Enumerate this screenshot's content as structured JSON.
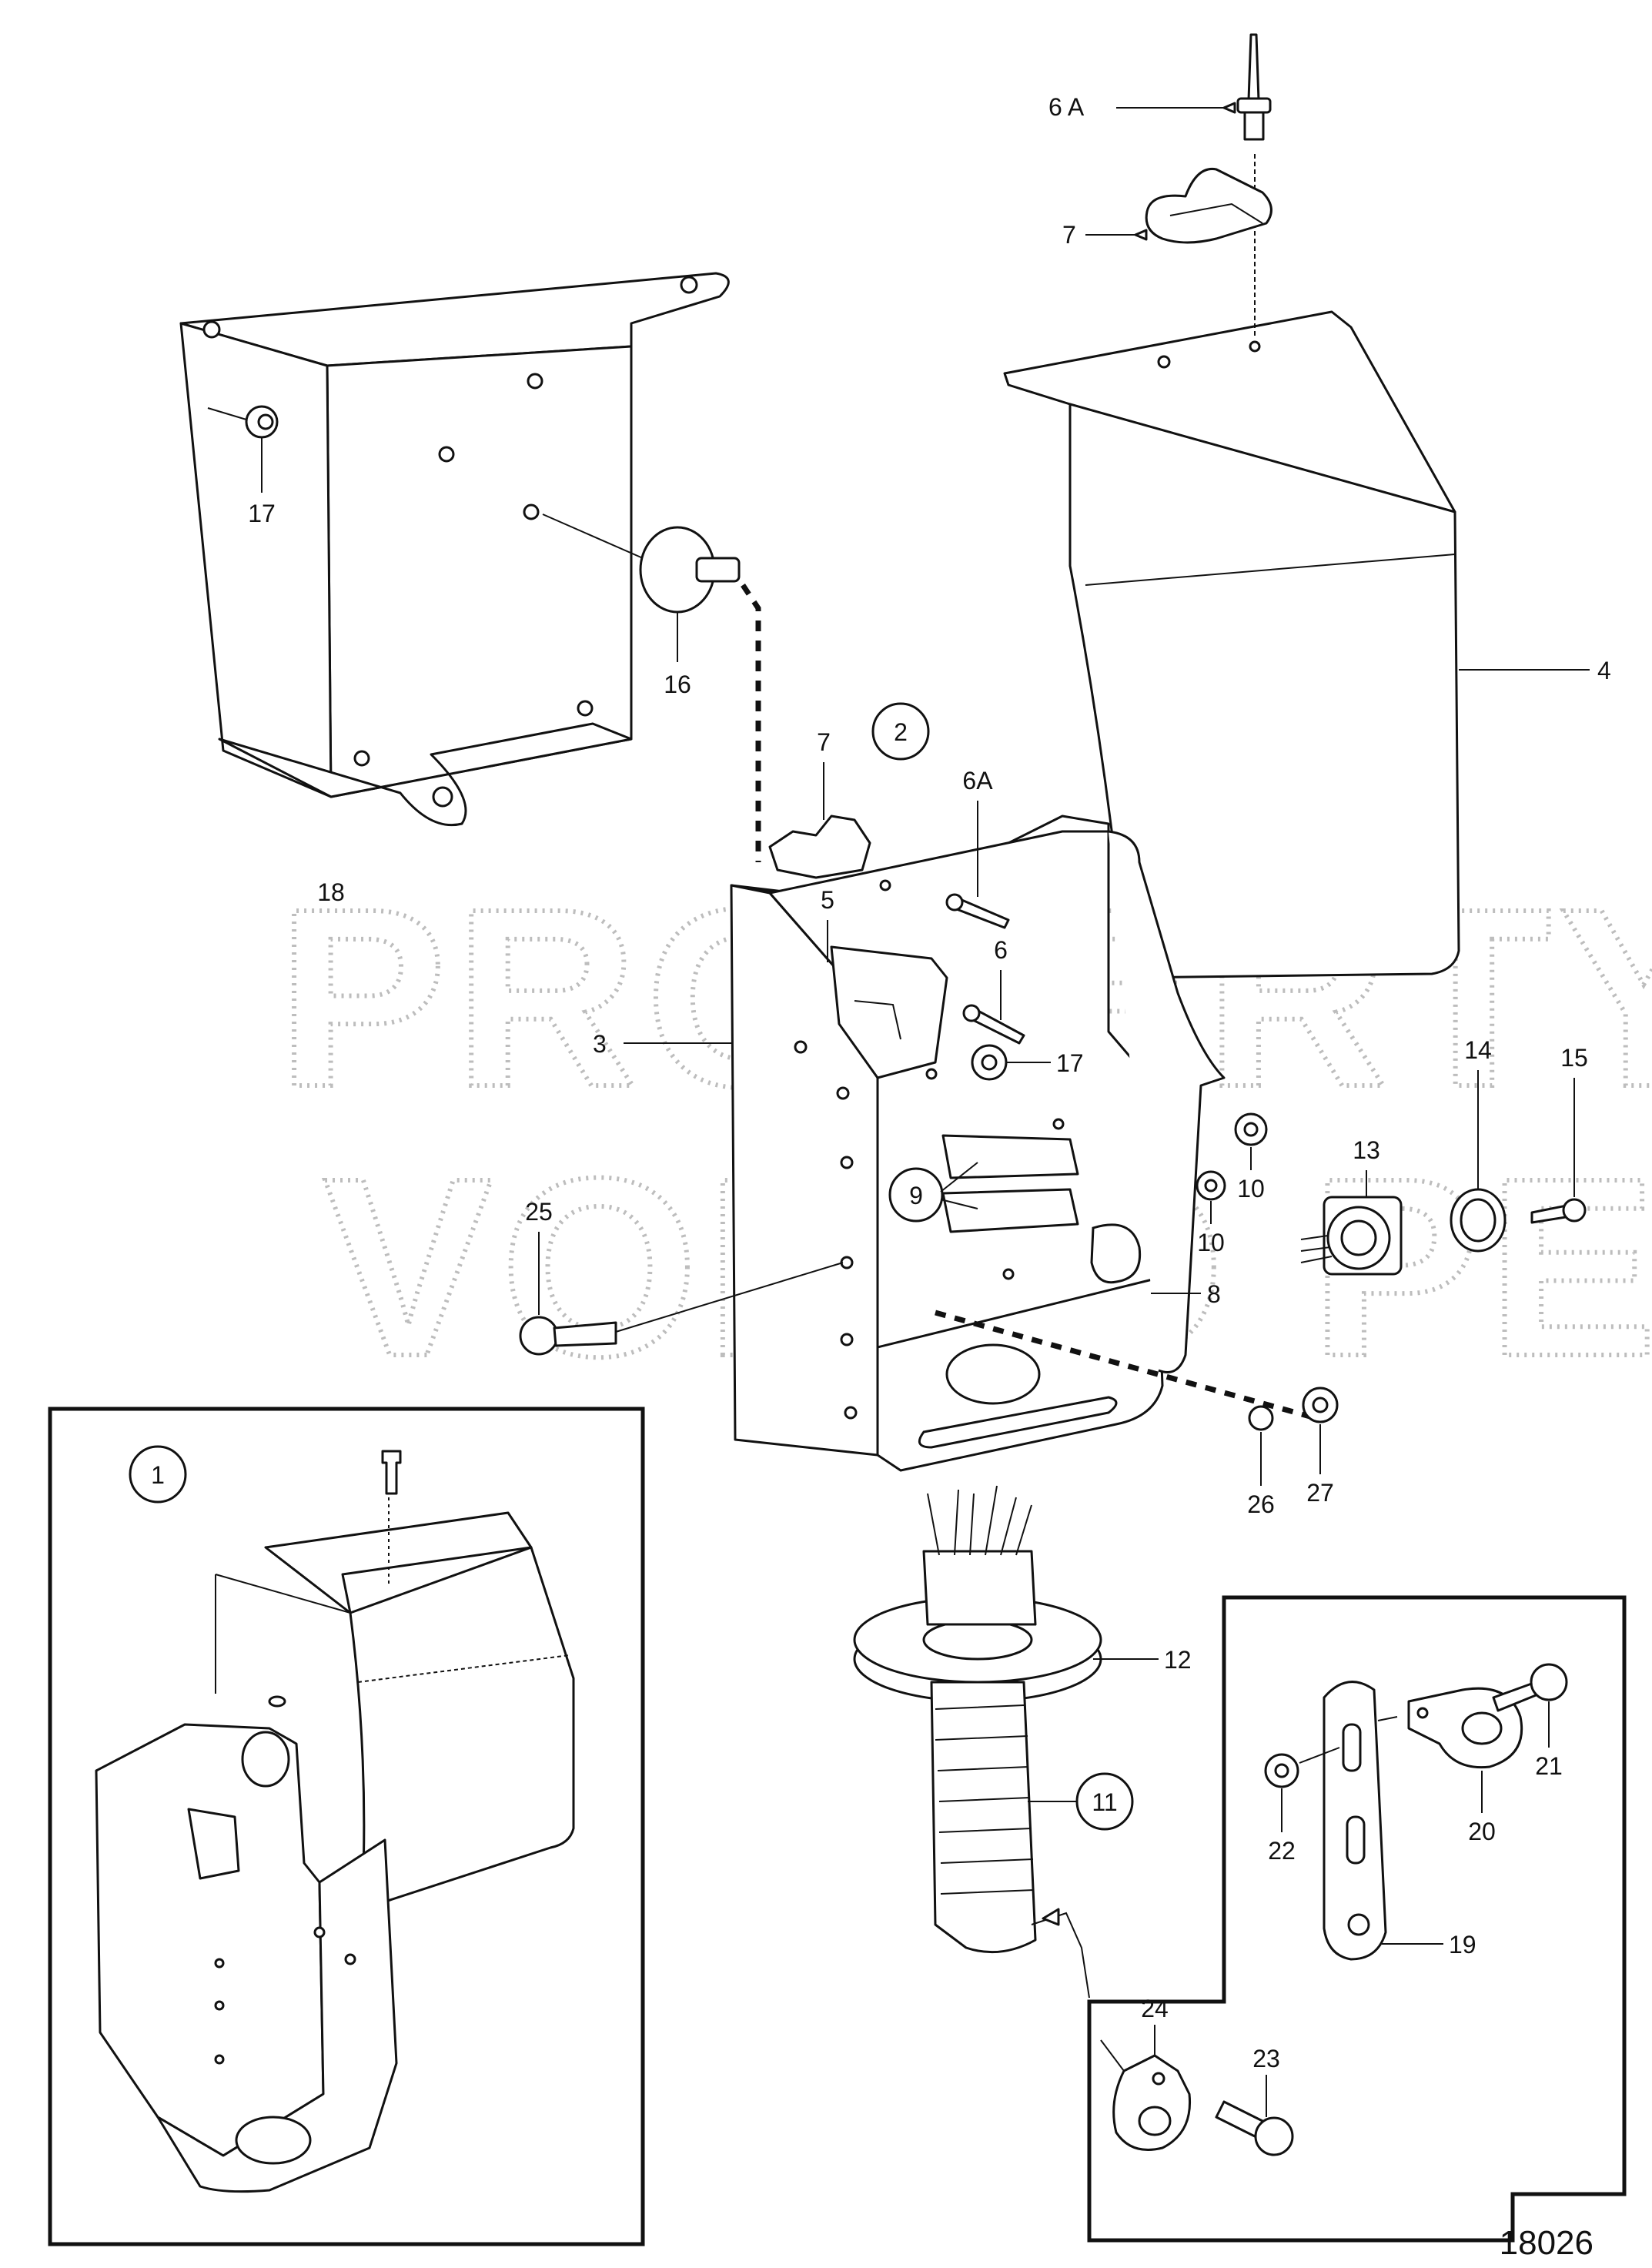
{
  "watermark": {
    "line1": "PROPERTY OF",
    "line2": "VOLVO PENTA"
  },
  "figure_number": "18026",
  "callouts": {
    "inset_1": "1",
    "variant_2": "2",
    "harness_11": "11"
  },
  "part_labels": {
    "p6a_top": "6 A",
    "p7_top": "7",
    "p4": "4",
    "p17_left": "17",
    "p16": "16",
    "p18": "18",
    "p7_mid": "7",
    "p6a_mid": "6A",
    "p5": "5",
    "p6": "6",
    "p17_mid": "17",
    "p3": "3",
    "p9": "9",
    "p10_a": "10",
    "p10_b": "10",
    "p13": "13",
    "p14": "14",
    "p15": "15",
    "p8": "8",
    "p25": "25",
    "p26": "26",
    "p27": "27",
    "p12": "12",
    "p21": "21",
    "p20": "20",
    "p22": "22",
    "p19": "19",
    "p24": "24",
    "p23": "23"
  }
}
